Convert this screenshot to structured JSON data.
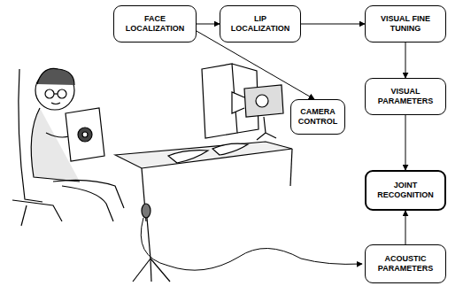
{
  "diagram": {
    "nodes": [
      {
        "text": [
          "FACE LOCALIZATION"
        ]
      },
      {
        "text": [
          "LIP LOCALIZATION"
        ]
      },
      {
        "text": [
          "VISUAL FINE TUNING"
        ]
      },
      {
        "text": [
          "CAMERA CONTROL"
        ]
      },
      {
        "text": [
          "VISUAL PARAMETERS"
        ]
      },
      {
        "text": [
          "JOINT RECOGNITION"
        ]
      },
      {
        "text": [
          "ACOUSTIC PARAMETERS"
        ]
      }
    ],
    "edges": [
      {
        "from": 0,
        "to": 1,
        "arrow": "to"
      },
      {
        "from": 1,
        "to": 2,
        "arrow": "to"
      },
      {
        "from": 0,
        "to": 3,
        "arrow": "to"
      },
      {
        "from": 2,
        "to": 4,
        "arrow": "to"
      },
      {
        "from": 4,
        "to": 5,
        "arrow": "to"
      },
      {
        "from": 6,
        "to": 5,
        "arrow": "to"
      }
    ]
  }
}
